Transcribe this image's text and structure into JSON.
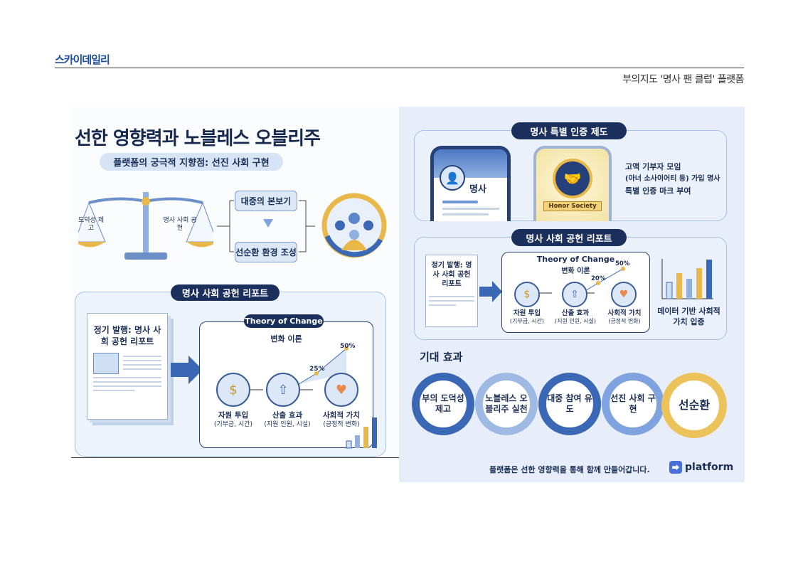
{
  "header": {
    "brand": "스카이데일리",
    "subtitle": "부의지도 '명사 팬 클럽' 플랫폼"
  },
  "left": {
    "title": "선한 영향력과 노블레스 오블리주",
    "subtitle": "플랫폼의 궁극적 지향점: 선진 사회 구현",
    "scale": {
      "left_pan": "도덕성 제고",
      "right_pan": "명사 사회 공헌"
    },
    "flow": [
      "대중의 본보기",
      "선순환 환경 조성"
    ],
    "report": {
      "title": "명사 사회 공헌 리포트",
      "doc_title": "정기 발행: 명사 사회 공헌 리포트",
      "toc_pill": "Theory of Change",
      "toc_subtitle": "변화 이론",
      "steps": [
        {
          "label": "자원 투입",
          "detail": "(기부금, 시간)"
        },
        {
          "label": "산출 효과",
          "detail": "(지원 인원, 시설)"
        },
        {
          "label": "사회적 가치",
          "detail": "(긍정적 변화)"
        }
      ],
      "pct": [
        "25%",
        "50%"
      ]
    }
  },
  "right": {
    "cert": {
      "title": "명사 특별 인증 제도",
      "profile_name": "명사",
      "badge": "Honor Society",
      "desc": [
        "고액 기부자 모임",
        "(아너 소사이어티 등) 가입 명사",
        "특별 인증 마크 부여"
      ]
    },
    "report": {
      "title": "명사 사회 공헌 리포트",
      "doc_title": "정기 발행: 명사 사회 공헌 리포트",
      "toc_title": "Theory of Change",
      "toc_subtitle": "변화 이론",
      "steps": [
        {
          "label": "자원 투입",
          "detail": "(기부금, 시간)"
        },
        {
          "label": "산출 효과",
          "detail": "(지원 인원, 시설)"
        },
        {
          "label": "사회적 가치",
          "detail": "(긍정적 변화)"
        }
      ],
      "pct": [
        "20%",
        "50%"
      ],
      "data_label": "데이터 기반 사회적 가치 입증"
    },
    "effects": {
      "title": "기대 효과",
      "items": [
        "부의 도덕성 제고",
        "노블레스 오블리주 실천",
        "대중 참여 유도",
        "선진 사회 구현",
        "선순환"
      ]
    },
    "footer": {
      "tagline": "플랫폼은 선한 영향력을 통해 함께 만들어갑니다.",
      "logo": "platform"
    }
  },
  "colors": {
    "navy": "#1b2f5c",
    "blue": "#3b68b5",
    "gold": "#e8b94a",
    "brand": "#1f4e9c"
  }
}
